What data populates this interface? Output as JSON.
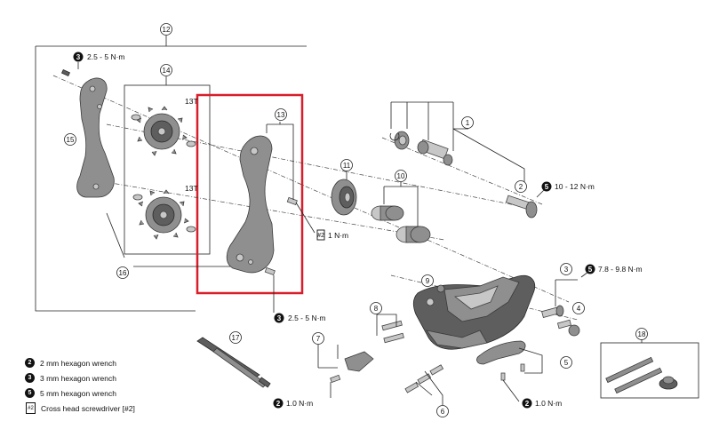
{
  "part_numbers": [
    "1",
    "2",
    "3",
    "4",
    "5",
    "6",
    "7",
    "8",
    "9",
    "10",
    "11",
    "12",
    "13",
    "14",
    "15",
    "16",
    "17",
    "18"
  ],
  "teeth": {
    "upper": "13T",
    "lower": "13T"
  },
  "torques": {
    "t_top": "2.5 - 5 N·m",
    "t_pulley": "1 N·m",
    "t_bottom": "2.5 - 5 N·m",
    "t_bolt2": "10 - 12 N·m",
    "t_adjust": "7.8 - 9.8 N·m",
    "t_left": "1.0 N·m",
    "t_right": "1.0 N·m"
  },
  "badges": {
    "b2": "2",
    "b3": "3",
    "b5": "5"
  },
  "legend": [
    {
      "badge": "2",
      "text": "2 mm hexagon wrench"
    },
    {
      "badge": "3",
      "text": "3 mm hexagon wrench"
    },
    {
      "badge": "5",
      "text": "5 mm hexagon wrench"
    },
    {
      "badge": "#2",
      "text": "Cross head screwdriver [#2]"
    }
  ],
  "colors": {
    "highlight": "#d81e2a",
    "line": "#222222",
    "part": "#8f8f8f"
  }
}
